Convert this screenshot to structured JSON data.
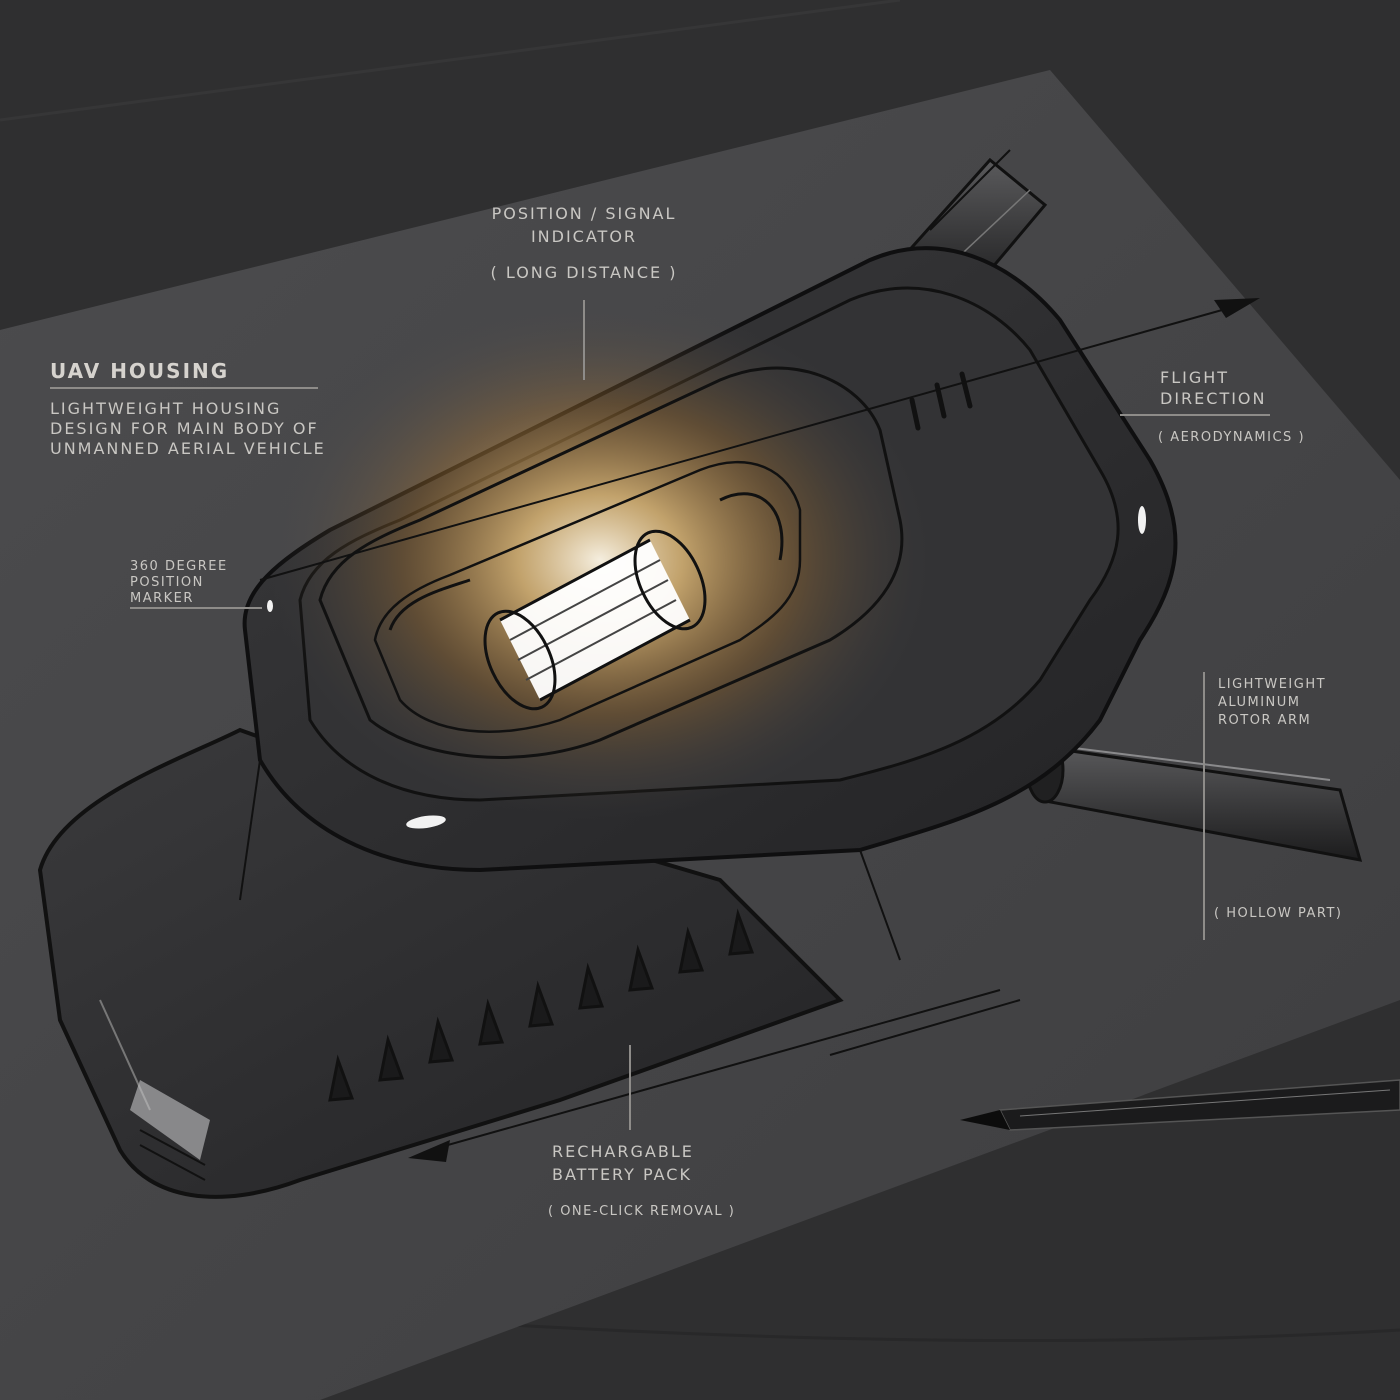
{
  "annotations": {
    "uav_housing": {
      "title": "UAV HOUSING",
      "desc_1": "LIGHTWEIGHT HOUSING",
      "desc_2": "DESIGN FOR MAIN BODY OF",
      "desc_3": "UNMANNED AERIAL VEHICLE"
    },
    "position_signal": {
      "line_1": "POSITION / SIGNAL",
      "line_2": "INDICATOR",
      "note": "( LONG DISTANCE )"
    },
    "flight_direction": {
      "line_1": "FLIGHT",
      "line_2": "DIRECTION",
      "note": "( AERODYNAMICS )"
    },
    "position_marker": {
      "line_1": "360 DEGREE",
      "line_2": "POSITION",
      "line_3": "MARKER"
    },
    "rotor_arm": {
      "line_1": "LIGHTWEIGHT",
      "line_2": "ALUMINUM",
      "line_3": "ROTOR ARM",
      "note": "( HOLLOW PART)"
    },
    "battery": {
      "line_1": "RECHARGABLE",
      "line_2": "BATTERY PACK",
      "note": "( ONE-CLICK REMOVAL )"
    }
  },
  "colors": {
    "background": "#2f2f30",
    "paper": "#4a4a4c",
    "ink": "#121212",
    "glow": "#e8a64a",
    "label": "#c9c7c3"
  },
  "icons": [
    "pen-icon",
    "arrow-icon"
  ]
}
